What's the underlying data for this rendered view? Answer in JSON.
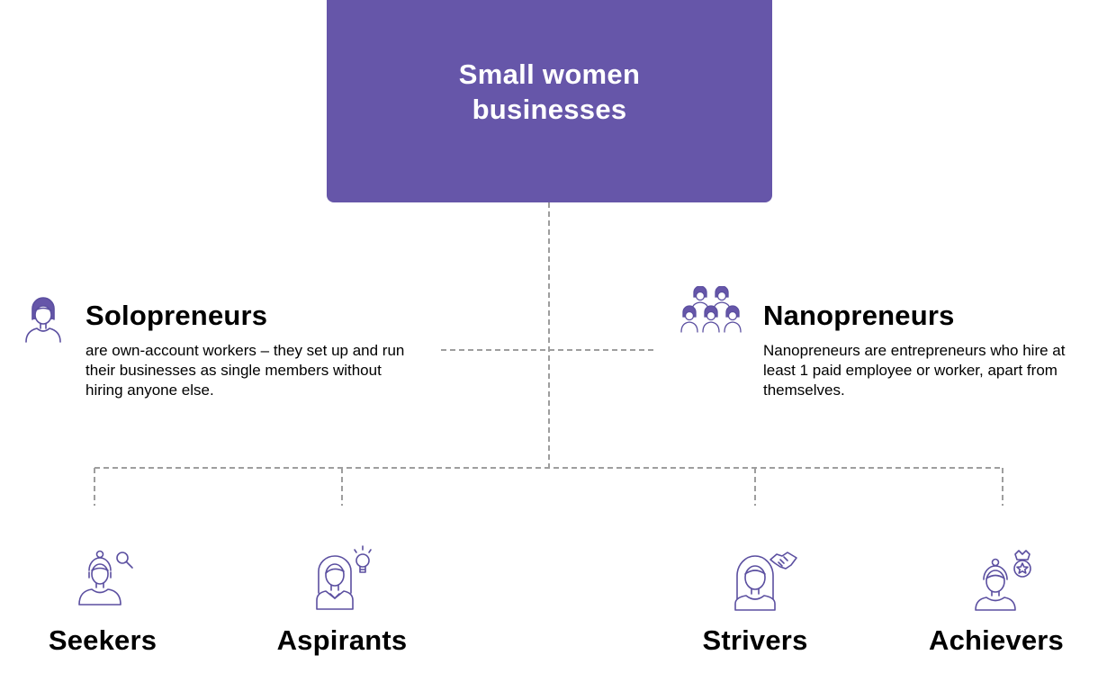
{
  "colors": {
    "accent": "#6656a9",
    "connector": "#9e9e9e",
    "icon_stroke": "#5b4fa0",
    "text": "#000000"
  },
  "root": {
    "title": "Small women businesses"
  },
  "types": [
    {
      "title": "Solopreneurs",
      "description": "are own-account workers – they set up and run their businesses as single members without hiring anyone else.",
      "icon": "single-woman-icon"
    },
    {
      "title": "Nanopreneurs",
      "description": "Nanopreneurs are entrepreneurs who hire at least 1 paid employee or worker, apart from themselves.",
      "icon": "group-of-women-icon"
    }
  ],
  "segments": [
    {
      "label": "Seekers",
      "icon": "woman-with-magnifier-icon"
    },
    {
      "label": "Aspirants",
      "icon": "woman-with-lightbulb-icon"
    },
    {
      "label": "Strivers",
      "icon": "woman-with-handshake-icon"
    },
    {
      "label": "Achievers",
      "icon": "woman-with-medal-icon"
    }
  ]
}
